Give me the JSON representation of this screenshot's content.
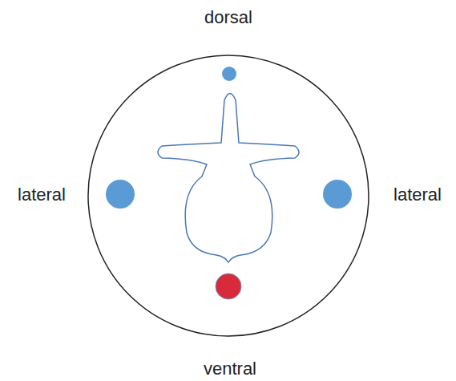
{
  "diagram": {
    "labels": [
      "dorsal",
      "lateral",
      "lateral",
      "ventral"
    ]
  }
}
